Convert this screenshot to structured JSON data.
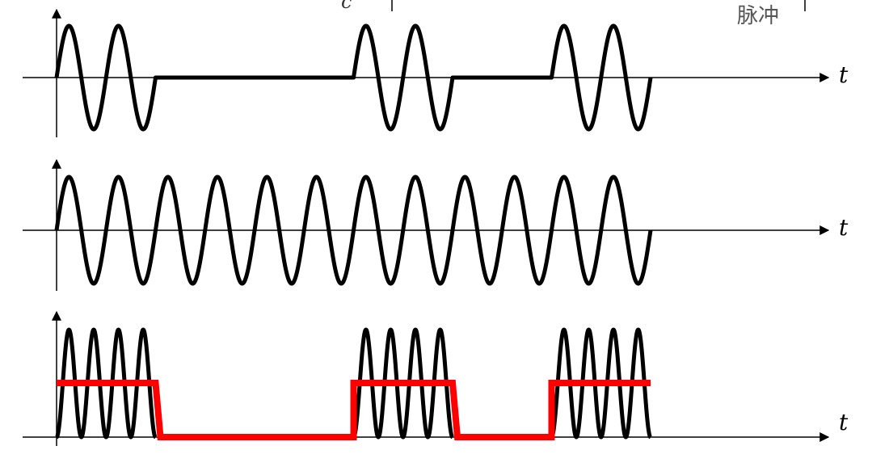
{
  "labels": {
    "pulse_label": "脉冲",
    "fragment_label": "c",
    "axis_t_top": "t",
    "axis_t_mid": "t",
    "axis_t_bottom": "t"
  },
  "colors": {
    "signal": "#000000",
    "envelope": "#ff0000",
    "axis": "#000000"
  },
  "waveforms": {
    "top": {
      "description_type": "ook-modulated-sine",
      "cycles_per_burst": 2,
      "bursts": [
        [
          0,
          2
        ],
        [
          6,
          8
        ],
        [
          10,
          12
        ]
      ]
    },
    "middle": {
      "description_type": "continuous-sine",
      "cycles": 12
    },
    "bottom": {
      "description_type": "rectified-carrier-with-envelope",
      "cycles_per_burst": 4,
      "bursts": [
        [
          0,
          2
        ],
        [
          6,
          8
        ],
        [
          10,
          12
        ]
      ],
      "envelope_levels": [
        0,
        1
      ]
    }
  }
}
